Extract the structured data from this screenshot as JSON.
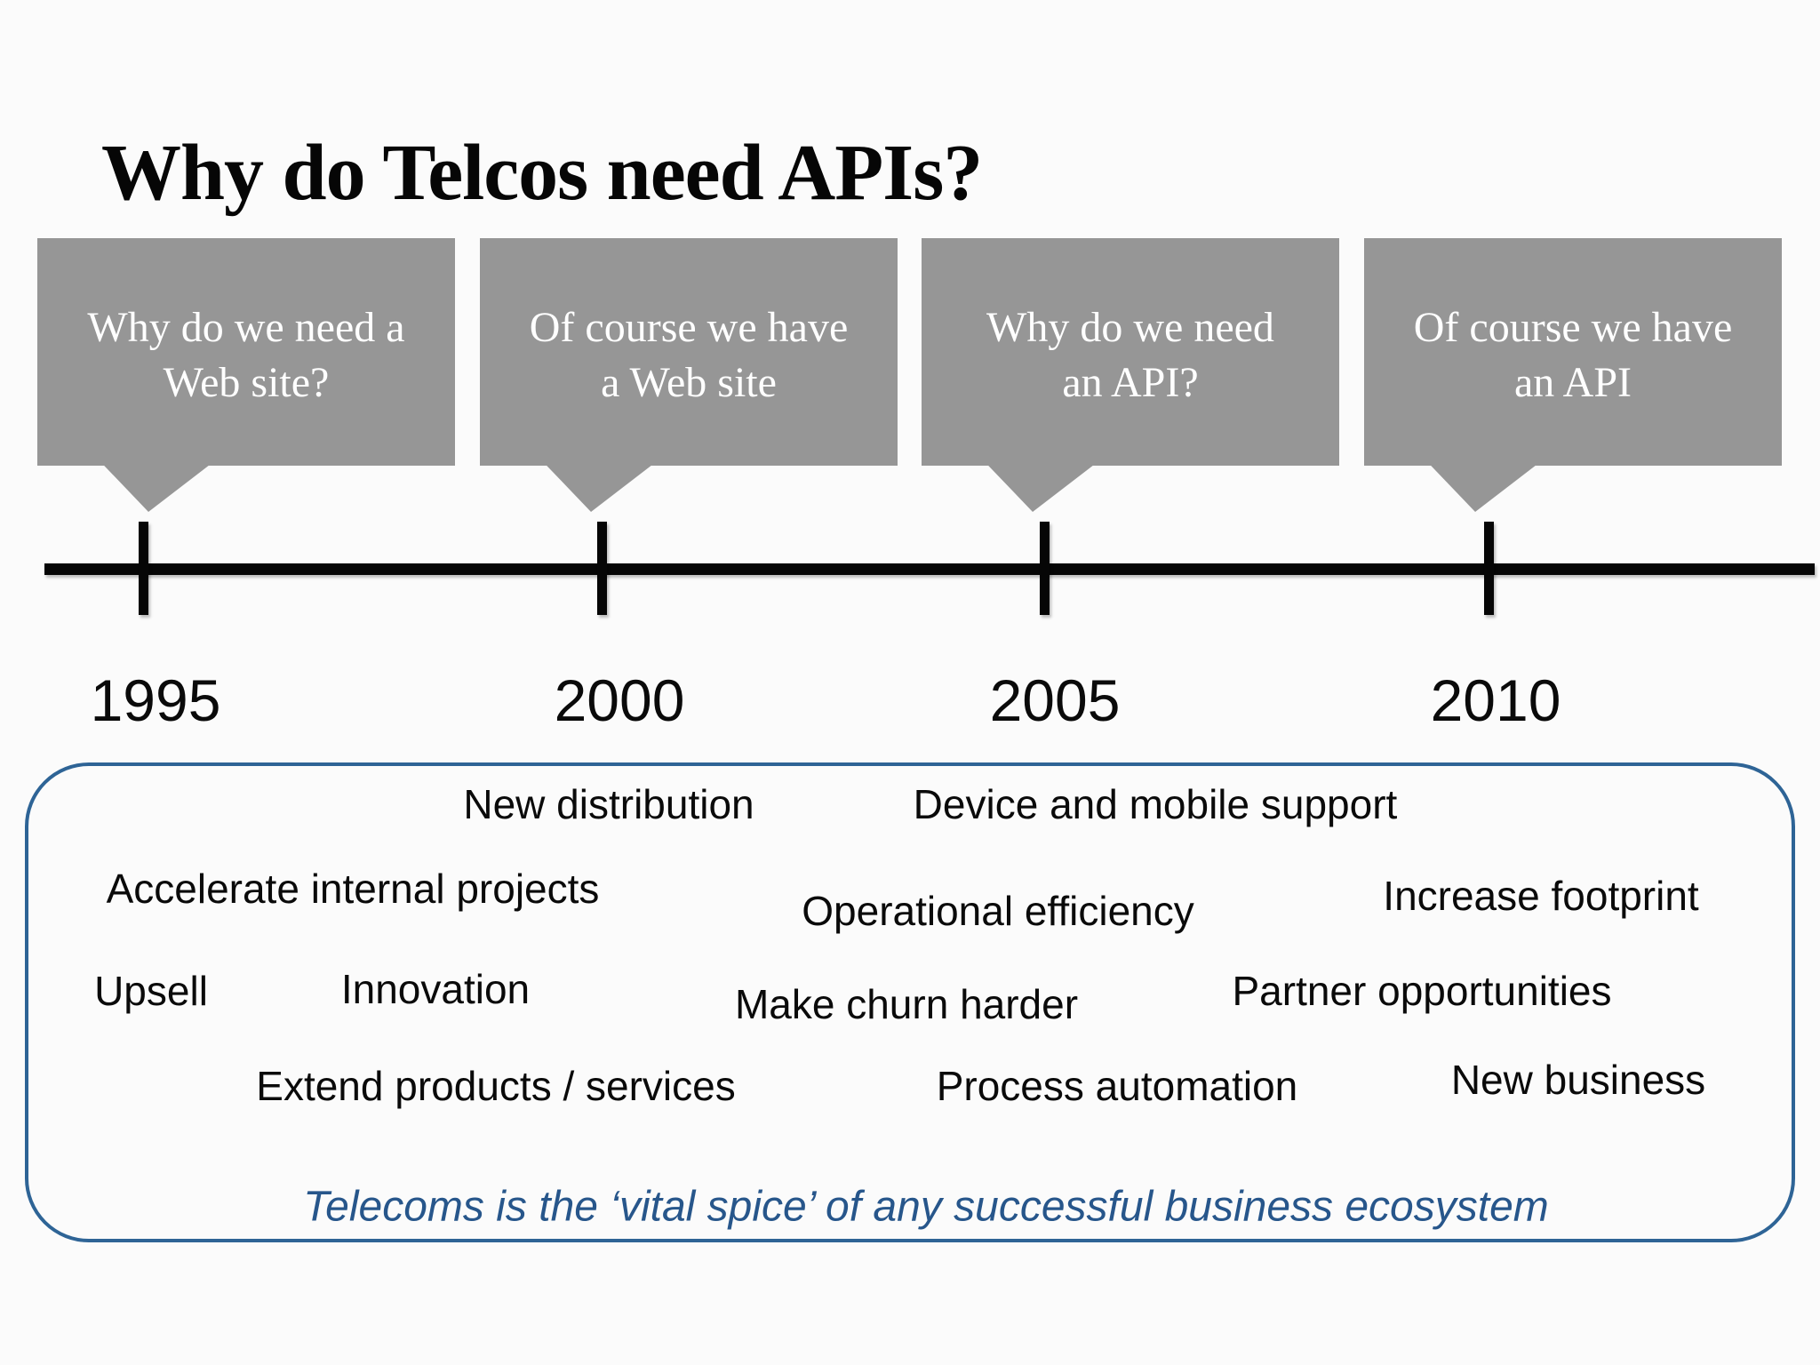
{
  "title": "Why do Telcos need APIs?",
  "timeline": {
    "events": [
      {
        "year": "1995",
        "quote": "Why do we need a\nWeb site?"
      },
      {
        "year": "2000",
        "quote": "Of course we have\na Web site"
      },
      {
        "year": "2005",
        "quote": "Why do we need\nan API?"
      },
      {
        "year": "2010",
        "quote": "Of course we have\nan API"
      }
    ]
  },
  "benefits": {
    "phrases": [
      "New distribution",
      "Device and mobile support",
      "Accelerate internal projects",
      "Operational efficiency",
      "Increase footprint",
      "Upsell",
      "Innovation",
      "Make churn harder",
      "Partner opportunities",
      "Extend products / services",
      "Process automation",
      "New business"
    ],
    "tagline": "Telecoms is the ‘vital spice’ of any successful business ecosystem"
  },
  "colors": {
    "bubble_gray": "#969696",
    "bubble_text": "#ffffff",
    "timeline_black": "#060606",
    "box_border_blue": "#2e6496",
    "tagline_blue": "#27568b",
    "background": "#fbfbfb"
  }
}
